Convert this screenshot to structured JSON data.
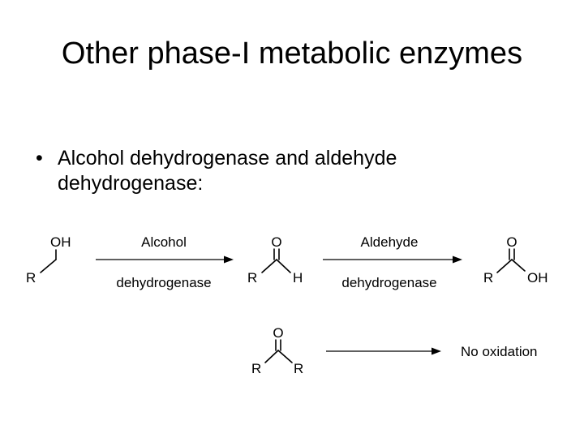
{
  "slide": {
    "title": "Other phase-I metabolic enzymes",
    "bullet_symbol": "•",
    "bullet_text": "Alcohol dehydrogenase and aldehyde dehydrogenase:"
  },
  "scheme": {
    "alcohol": {
      "r": "R",
      "oh": "OH"
    },
    "step1": {
      "label_top": "Alcohol",
      "label_bottom": "dehydrogenase"
    },
    "aldehyde": {
      "o": "O",
      "r": "R",
      "h": "H"
    },
    "step2": {
      "label_top": "Aldehyde",
      "label_bottom": "dehydrogenase"
    },
    "acid": {
      "o": "O",
      "r": "R",
      "oh": "OH"
    },
    "ketone": {
      "o": "O",
      "r1": "R",
      "r2": "R"
    },
    "step3": {
      "result": "No oxidation"
    }
  }
}
